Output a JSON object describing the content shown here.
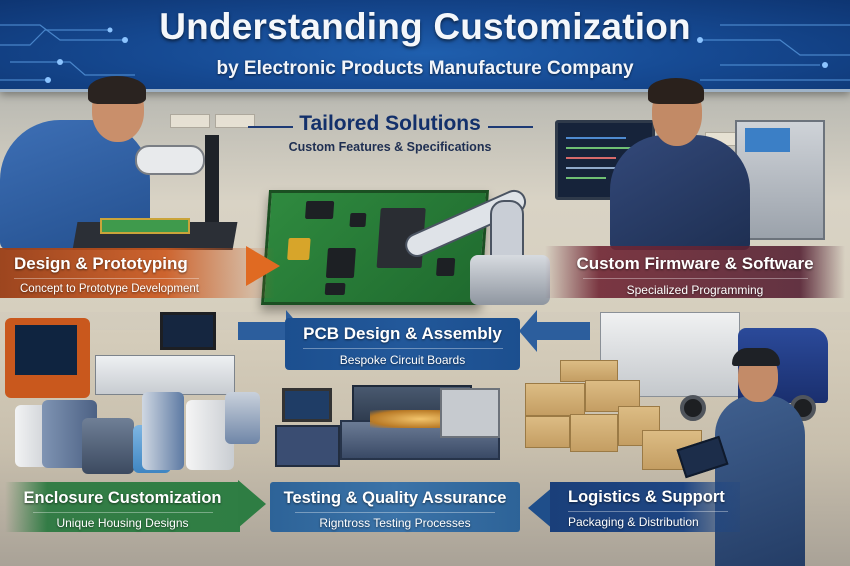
{
  "header": {
    "title": "Understanding Customization",
    "subtitle": "by Electronic Products Manufacture Company"
  },
  "center_heading": {
    "title": "Tailored Solutions",
    "subtitle": "Custom Features & Specifications"
  },
  "stages": [
    {
      "id": "design",
      "title": "Design & Prototyping",
      "subtitle": "Concept to Prototype Development",
      "color": "#c9581d",
      "arrow": "right"
    },
    {
      "id": "firmware",
      "title": "Custom Firmware & Software",
      "subtitle": "Specialized Programming",
      "color": "#6e2634",
      "arrow": "none"
    },
    {
      "id": "pcb",
      "title": "PCB Design & Assembly",
      "subtitle": "Bespoke Circuit Boards",
      "color": "#22589a",
      "arrow": "both-inward"
    },
    {
      "id": "enclosure",
      "title": "Enclosure Customization",
      "subtitle": "Unique Housing Designs",
      "color": "#2f7e44",
      "arrow": "right"
    },
    {
      "id": "testing",
      "title": "Testing & Quality Assurance",
      "subtitle": "Rigntross Testing Processes",
      "color": "#3b73a8",
      "arrow": "none"
    },
    {
      "id": "logistics",
      "title": "Logistics & Support",
      "subtitle": "Packaging & Distribution",
      "color": "#1f4683",
      "arrow": "left"
    }
  ],
  "scenes": {
    "top_left": "technician-with-microscope",
    "center": "pcb-with-robotic-arm",
    "top_right": "engineer-at-code-monitor",
    "bottom_left": "custom-enclosures",
    "bottom_center": "testing-equipment",
    "bottom_right": "delivery-truck-and-boxes"
  },
  "colors": {
    "header_blue": "#164a93",
    "tailored_navy": "#13306b",
    "orange": "#c9581d",
    "green": "#2f7e44",
    "blue": "#22589a",
    "maroon": "#6e2634"
  }
}
